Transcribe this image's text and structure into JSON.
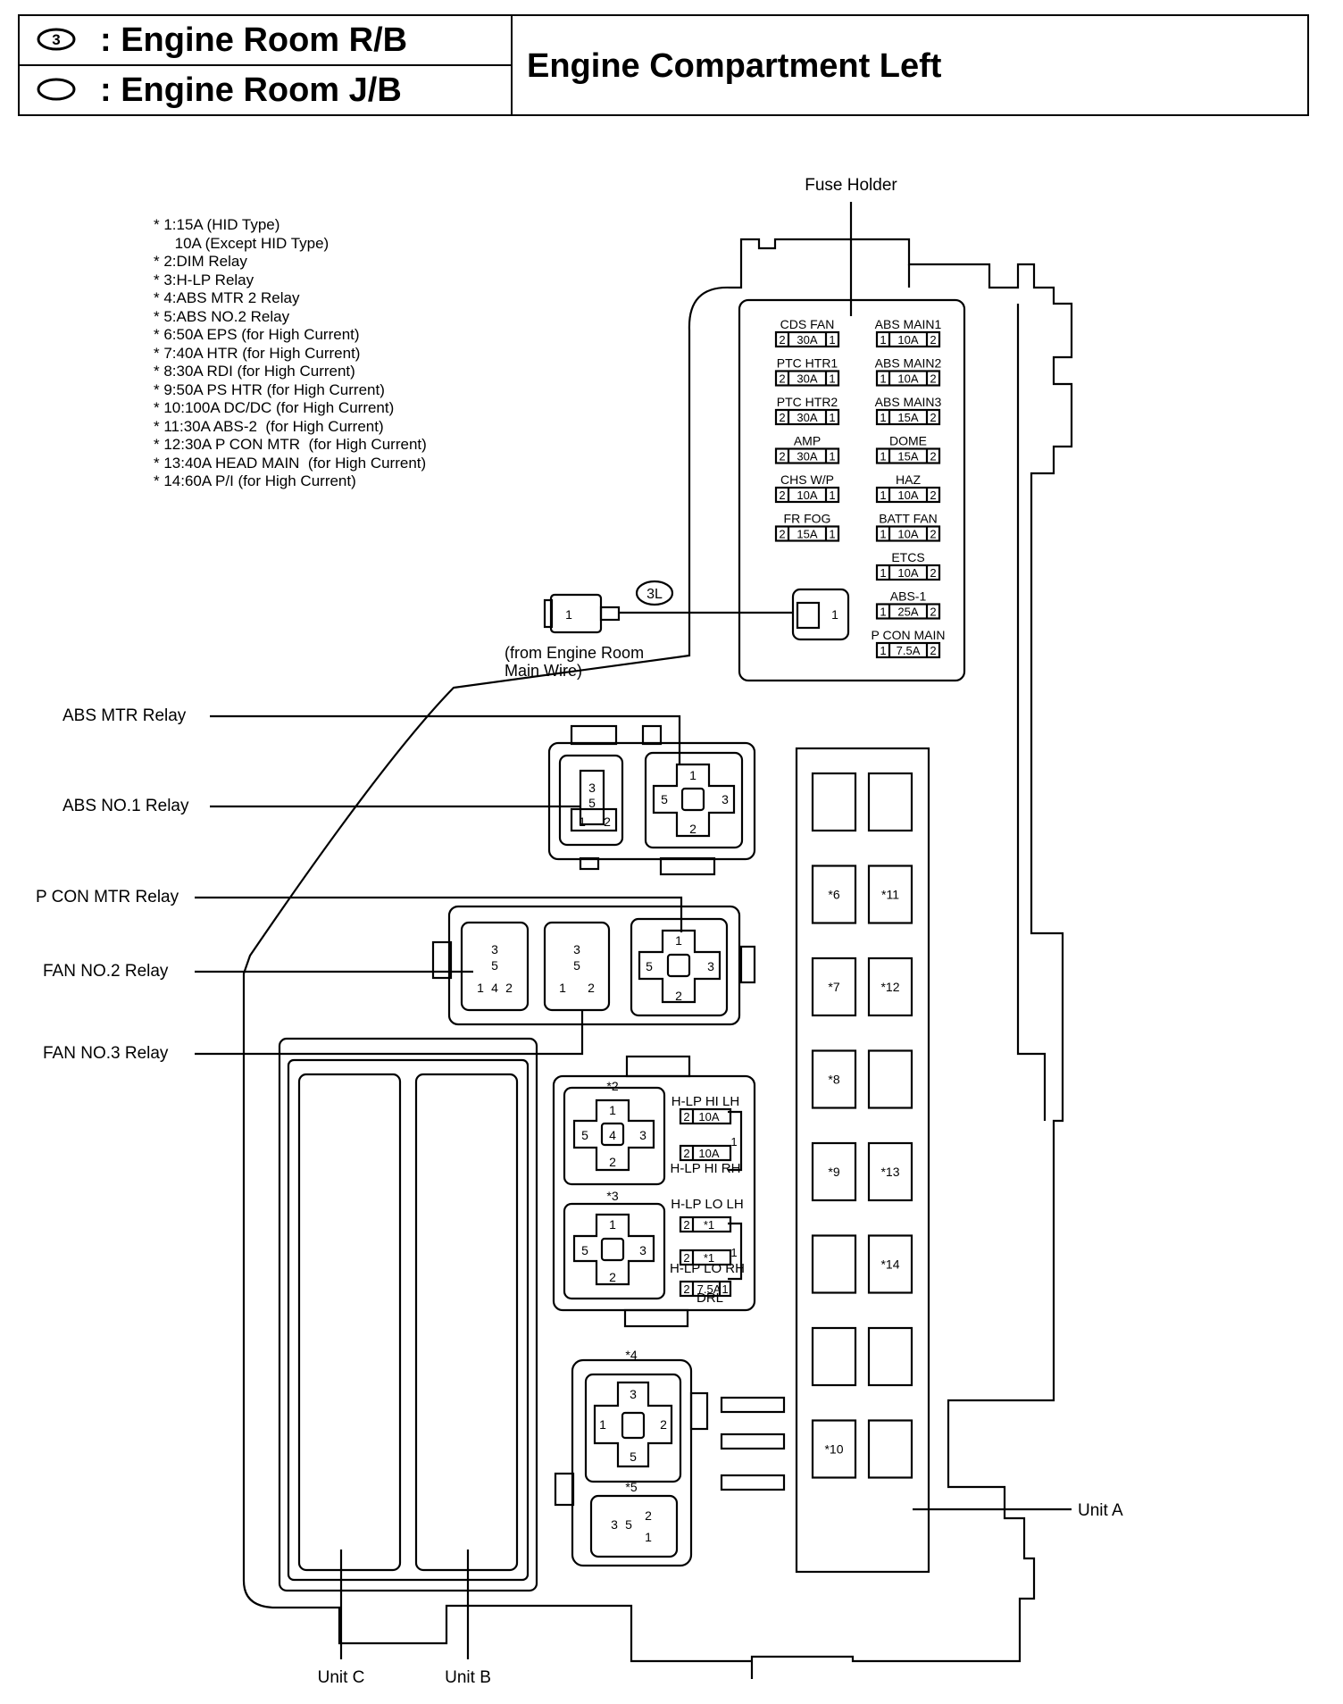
{
  "header": {
    "rb_symbol": "3",
    "rb_label": ": Engine Room R/B",
    "jb_label": ": Engine Room J/B",
    "title": "Engine Compartment Left"
  },
  "notes": [
    "* 1:15A (HID Type)",
    "     10A (Except HID Type)",
    "* 2:DIM Relay",
    "* 3:H-LP Relay",
    "* 4:ABS MTR 2 Relay",
    "* 5:ABS NO.2 Relay",
    "* 6:50A EPS (for High Current)",
    "* 7:40A HTR (for High Current)",
    "* 8:30A RDI (for High Current)",
    "* 9:50A PS HTR (for High Current)",
    "* 10:100A DC/DC (for High Current)",
    "* 11:30A ABS-2  (for High Current)",
    "* 12:30A P CON MTR  (for High Current)",
    "* 13:40A HEAD MAIN  (for High Current)",
    "* 14:60A P/I (for High Current)"
  ],
  "labels": {
    "fuse_holder": "Fuse Holder",
    "abs_mtr_relay": "ABS MTR Relay",
    "abs_no1_relay": "ABS NO.1 Relay",
    "p_con_mtr_relay": "P CON MTR Relay",
    "fan_no2_relay": "FAN NO.2 Relay",
    "fan_no3_relay": "FAN NO.3 Relay",
    "unit_a": "Unit A",
    "unit_b": "Unit B",
    "unit_c": "Unit C",
    "connector_code": "3L",
    "from_wire_1": "(from Engine Room",
    "from_wire_2": "Main Wire)",
    "pin_1": "1"
  },
  "fuses_left": [
    {
      "name": "CDS FAN",
      "a": "2",
      "amp": "30A",
      "b": "1"
    },
    {
      "name": "PTC HTR1",
      "a": "2",
      "amp": "30A",
      "b": "1"
    },
    {
      "name": "PTC HTR2",
      "a": "2",
      "amp": "30A",
      "b": "1"
    },
    {
      "name": "AMP",
      "a": "2",
      "amp": "30A",
      "b": "1"
    },
    {
      "name": "CHS W/P",
      "a": "2",
      "amp": "10A",
      "b": "1"
    },
    {
      "name": "FR FOG",
      "a": "2",
      "amp": "15A",
      "b": "1"
    }
  ],
  "fuses_right": [
    {
      "name": "ABS MAIN1",
      "a": "1",
      "amp": "10A",
      "b": "2"
    },
    {
      "name": "ABS MAIN2",
      "a": "1",
      "amp": "10A",
      "b": "2"
    },
    {
      "name": "ABS MAIN3",
      "a": "1",
      "amp": "15A",
      "b": "2"
    },
    {
      "name": "DOME",
      "a": "1",
      "amp": "15A",
      "b": "2"
    },
    {
      "name": "HAZ",
      "a": "1",
      "amp": "10A",
      "b": "2"
    },
    {
      "name": "BATT FAN",
      "a": "1",
      "amp": "10A",
      "b": "2"
    },
    {
      "name": "ETCS",
      "a": "1",
      "amp": "10A",
      "b": "2"
    },
    {
      "name": "ABS-1",
      "a": "1",
      "amp": "25A",
      "b": "2"
    },
    {
      "name": "P CON MAIN",
      "a": "1",
      "amp": "7.5A",
      "b": "2"
    }
  ],
  "hlp": {
    "hi_lh": "H-LP HI LH",
    "hi_rh": "H-LP HI RH",
    "lo_lh": "H-LP LO LH",
    "lo_rh": "H-LP LO RH",
    "drl": "DRL",
    "hi_amp": "10A",
    "lo_amp": "*1",
    "drl_amp": "7.5A",
    "relay_2": "*2",
    "relay_3": "*3",
    "relay_4": "*4",
    "relay_5": "*5"
  },
  "unit_a_slots": [
    [
      "",
      ""
    ],
    [
      "*6",
      "*11"
    ],
    [
      "*7",
      "*12"
    ],
    [
      "*8",
      ""
    ],
    [
      "*9",
      "*13"
    ],
    [
      "",
      "*14"
    ],
    [
      "",
      ""
    ],
    [
      "*10",
      ""
    ]
  ]
}
